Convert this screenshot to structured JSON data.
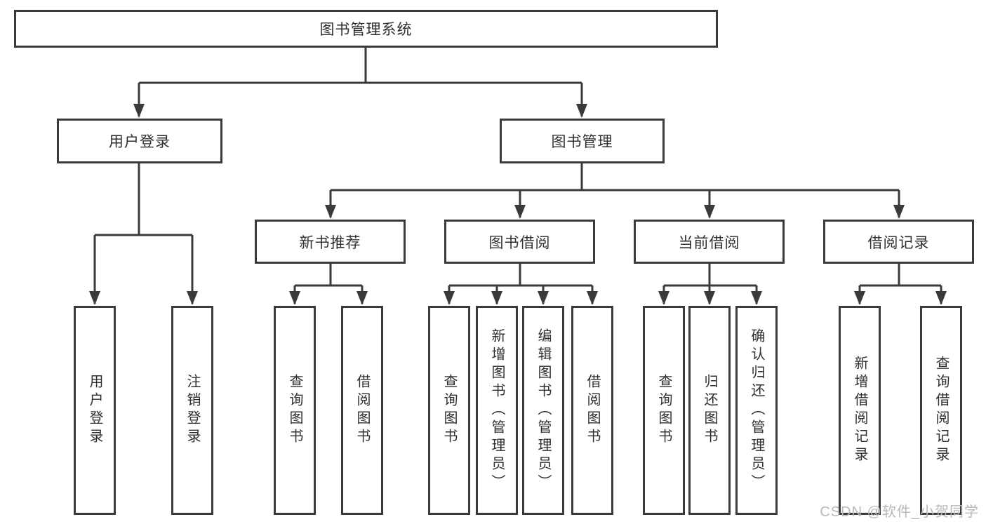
{
  "diagram_title": "图书管理系统",
  "tree": {
    "root": {
      "label": "图书管理系统",
      "children": [
        {
          "label": "用户登录",
          "children": [
            {
              "label": "用户登录"
            },
            {
              "label": "注销登录"
            }
          ]
        },
        {
          "label": "图书管理",
          "children": [
            {
              "label": "新书推荐",
              "children": [
                {
                  "label": "查询图书"
                },
                {
                  "label": "借阅图书"
                }
              ]
            },
            {
              "label": "图书借阅",
              "children": [
                {
                  "label": "查询图书"
                },
                {
                  "label": "新增图书（管理员）"
                },
                {
                  "label": "编辑图书（管理员）"
                },
                {
                  "label": "借阅图书"
                }
              ]
            },
            {
              "label": "当前借阅",
              "children": [
                {
                  "label": "查询图书"
                },
                {
                  "label": "归还图书"
                },
                {
                  "label": "确认归还（管理员）"
                }
              ]
            },
            {
              "label": "借阅记录",
              "children": [
                {
                  "label": "新增借阅记录"
                },
                {
                  "label": "查询借阅记录"
                }
              ]
            }
          ]
        }
      ]
    }
  },
  "watermark": "CSDN @软件_小贺同学",
  "colors": {
    "line": "#3a3a3a",
    "text": "#2f2f2f",
    "background": "#ffffff",
    "watermark": "#b8b8b8"
  }
}
